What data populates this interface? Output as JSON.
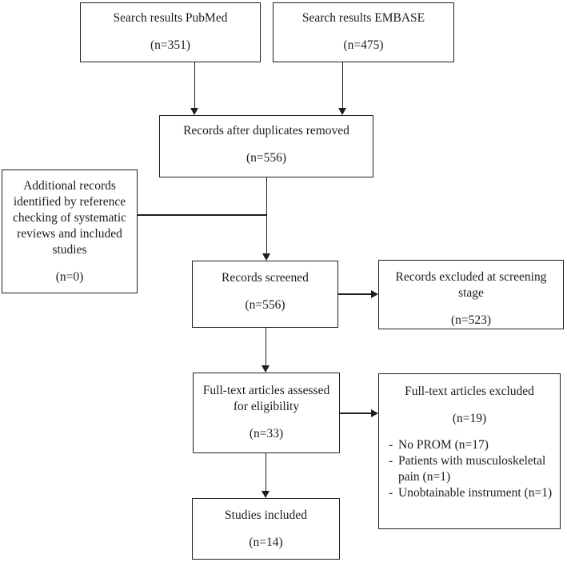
{
  "diagram": {
    "type": "prisma-flowchart",
    "bullet": "-",
    "colors": {
      "border": "#1f1f1f",
      "text": "#1c1c1c",
      "background": "#ffffff"
    },
    "boxes": {
      "pubmed": {
        "label": "Search results PubMed",
        "count": "(n=351)"
      },
      "embase": {
        "label": "Search results EMBASE",
        "count": "(n=475)"
      },
      "duplicates_removed": {
        "label": "Records after duplicates removed",
        "count": "(n=556)"
      },
      "additional_records": {
        "label": "Additional records identified by reference checking of systematic reviews and included studies",
        "count": "(n=0)"
      },
      "records_screened": {
        "label": "Records screened",
        "count": "(n=556)"
      },
      "excluded_screening": {
        "label": "Records excluded at screening stage",
        "count": "(n=523)"
      },
      "fulltext_assessed": {
        "label": "Full-text articles assessed for eligibility",
        "count": "(n=33)"
      },
      "fulltext_excluded": {
        "label": "Full-text articles excluded",
        "count": "(n=19)",
        "reasons": [
          "No PROM (n=17)",
          "Patients with musculoskeletal pain (n=1)",
          "Unobtainable instrument (n=1)"
        ]
      },
      "studies_included": {
        "label": "Studies included",
        "count": "(n=14)"
      }
    }
  }
}
